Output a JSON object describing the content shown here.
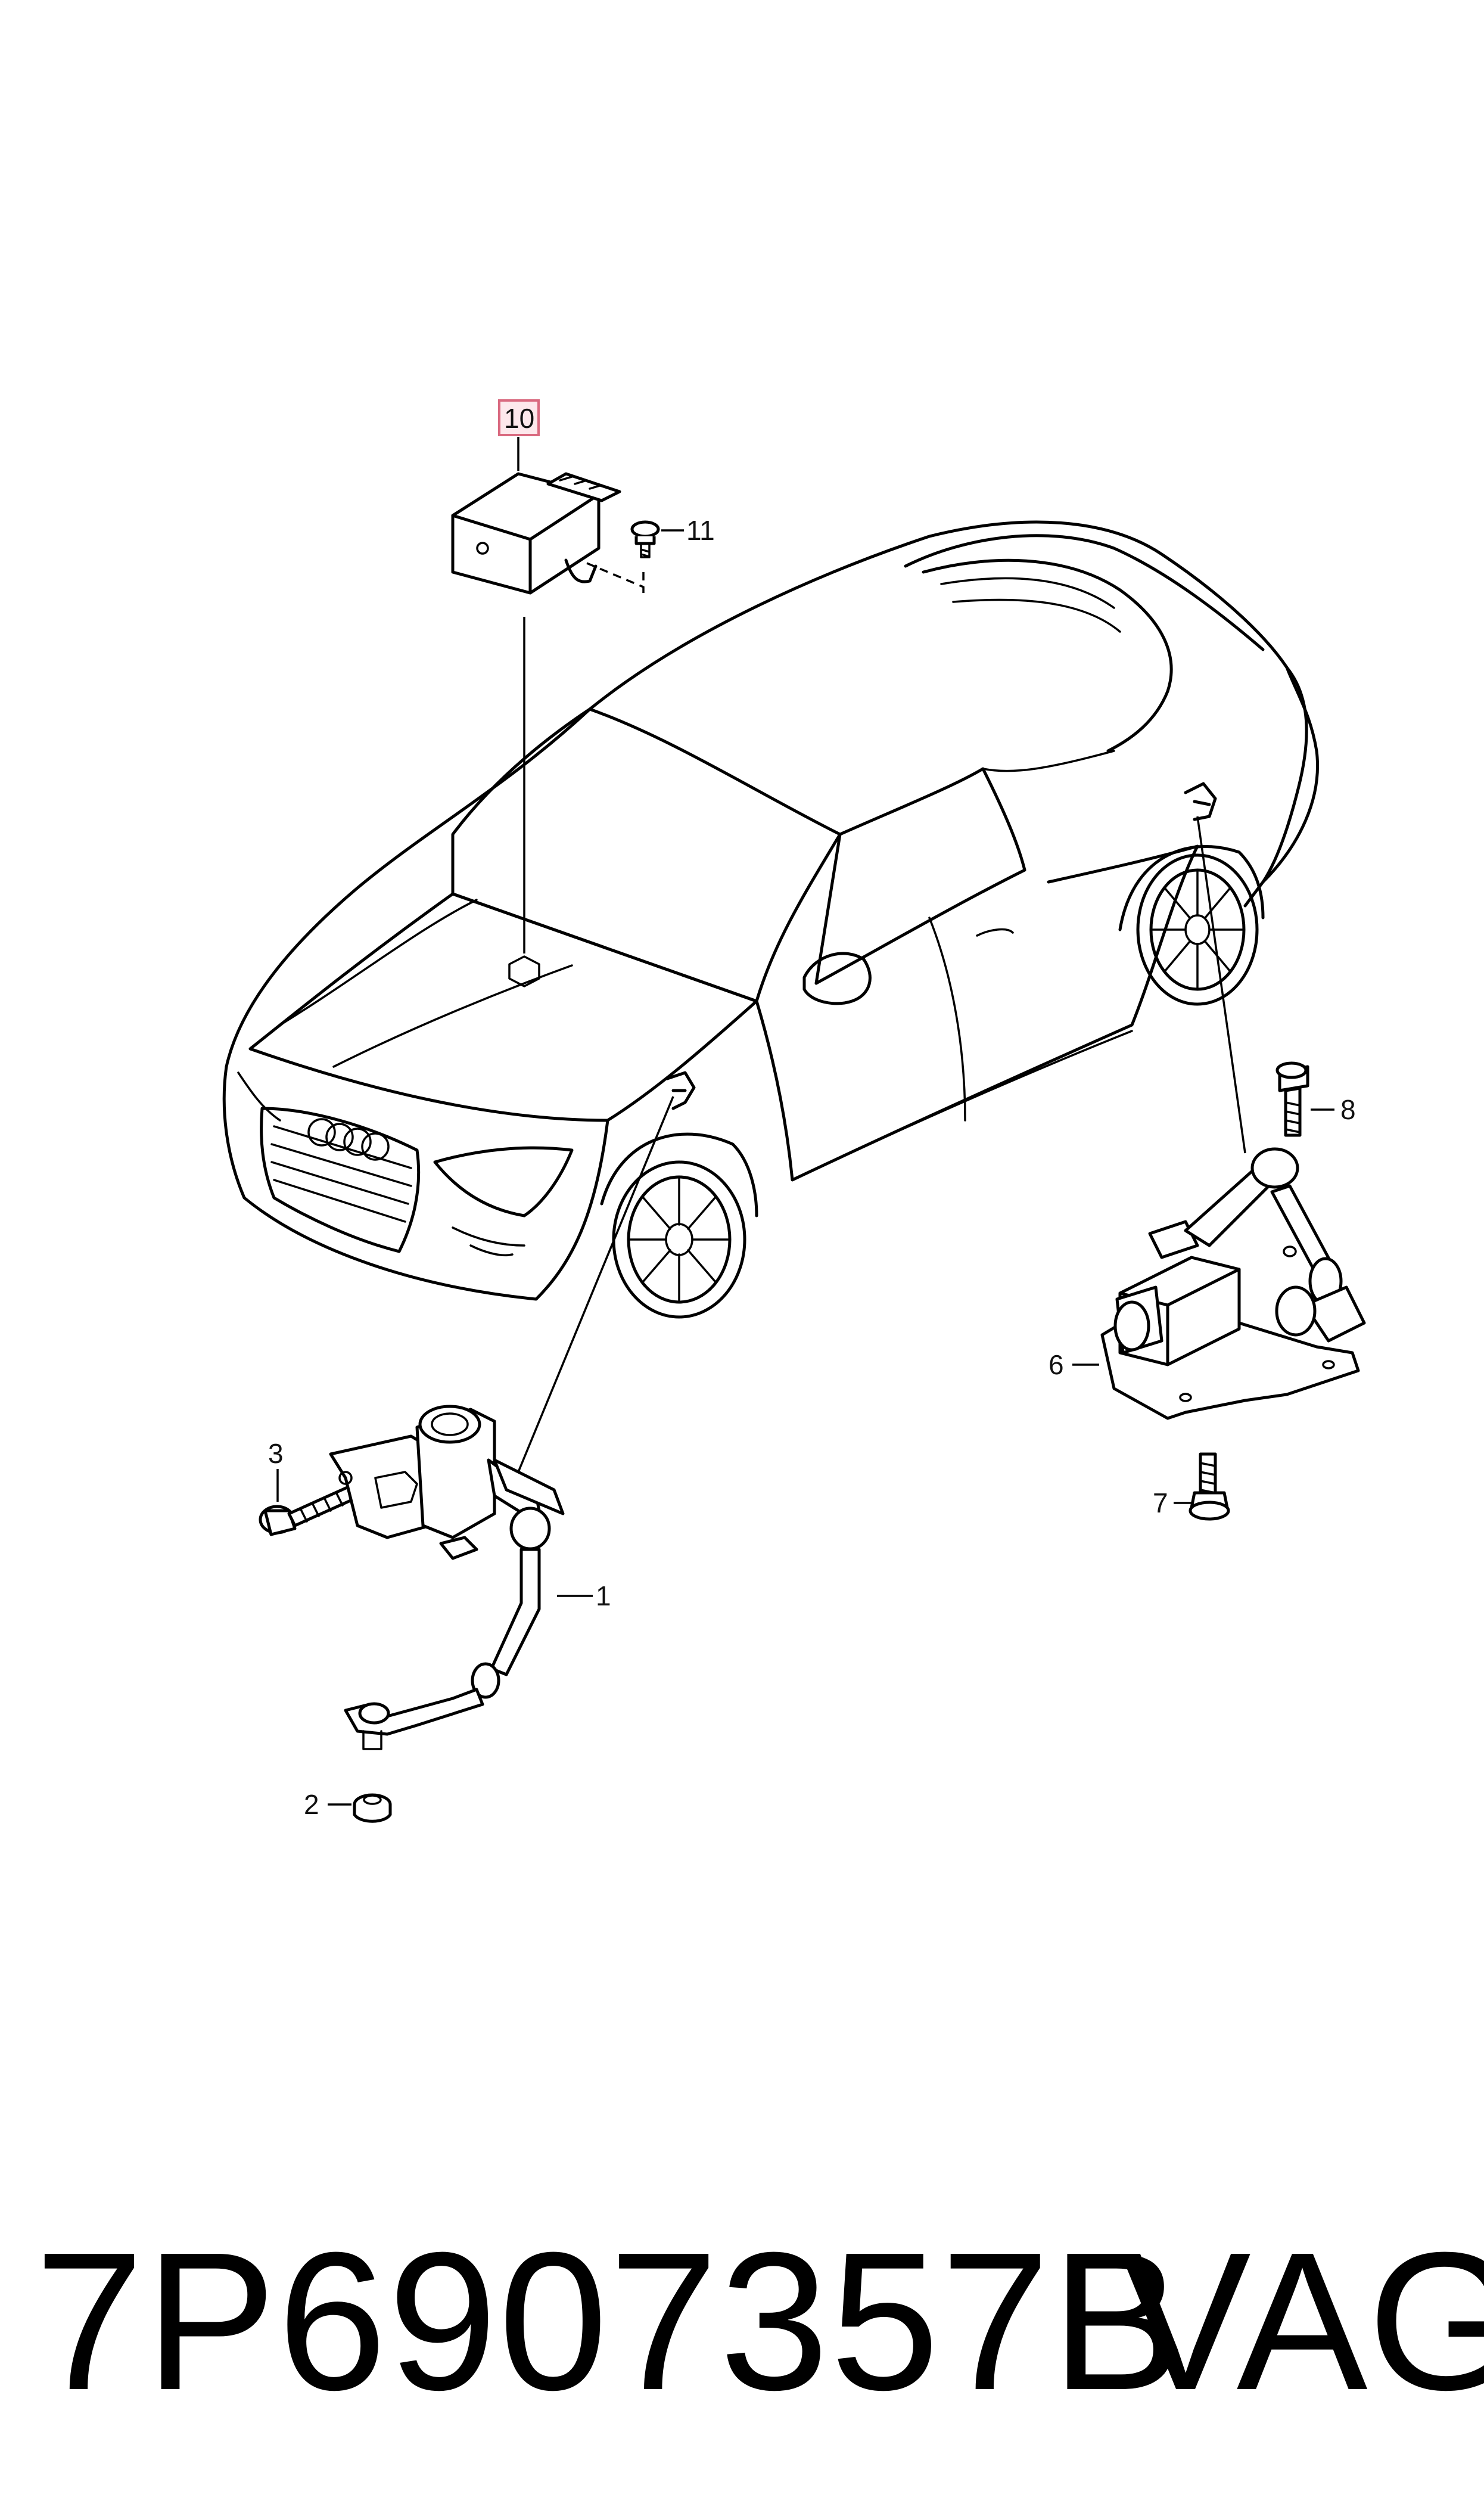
{
  "callouts": {
    "c1": "1",
    "c2": "2",
    "c3": "3",
    "c6": "6",
    "c7": "7",
    "c8": "8",
    "c10": "10",
    "c11": "11"
  },
  "footer": {
    "part_number": "7P6907357B",
    "brand": "VAG"
  },
  "colors": {
    "highlight_fill": "#fde8ec",
    "highlight_stroke": "#d9697f"
  }
}
